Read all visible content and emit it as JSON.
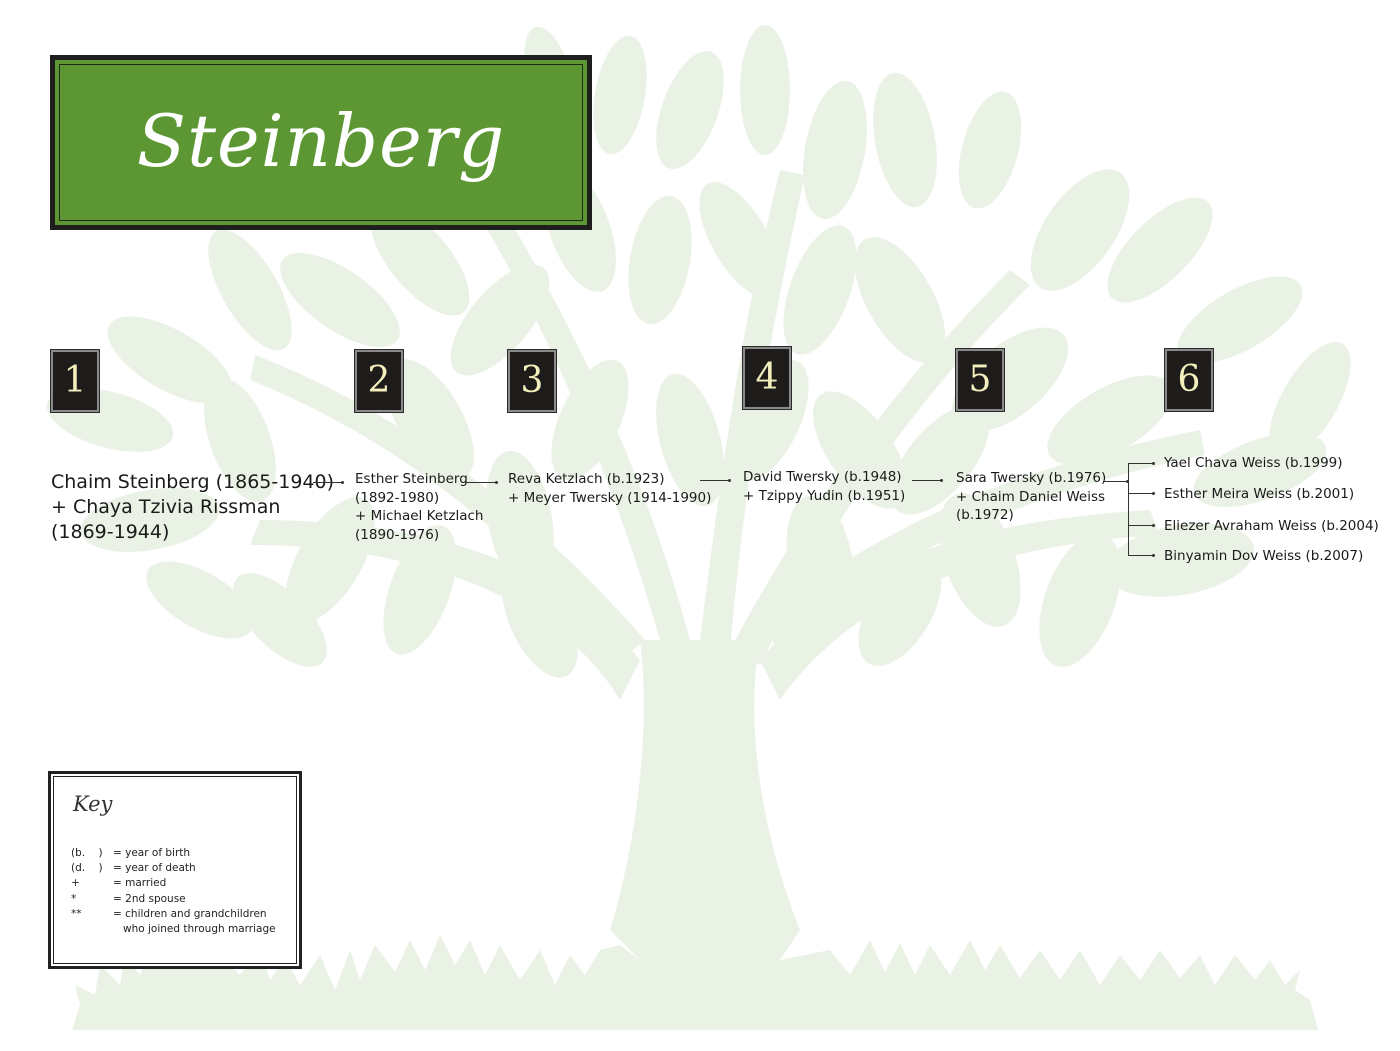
{
  "title": "Steinberg",
  "colors": {
    "banner_green": "#5c9734",
    "banner_frame": "#1f1f1f",
    "tree_background": "#eaf2e5",
    "generation_box": "#1e1c1a",
    "generation_numeral": "#f3efbd"
  },
  "generations": [
    {
      "number": "1"
    },
    {
      "number": "2"
    },
    {
      "number": "3"
    },
    {
      "number": "4"
    },
    {
      "number": "5"
    },
    {
      "number": "6"
    }
  ],
  "people": {
    "gen1": {
      "lines": [
        "Chaim Steinberg (1865-1940)",
        "+ Chaya Tzivia Rissman",
        "(1869-1944)"
      ]
    },
    "gen2": {
      "lines": [
        "Esther Steinberg",
        "(1892-1980)",
        "+ Michael Ketzlach",
        "(1890-1976)"
      ]
    },
    "gen3": {
      "lines": [
        "Reva Ketzlach (b.1923)",
        "+ Meyer Twersky (1914-1990)"
      ]
    },
    "gen4": {
      "lines": [
        "David Twersky (b.1948)",
        "+ Tzippy Yudin (b.1951)"
      ]
    },
    "gen5": {
      "lines": [
        "Sara Twersky (b.1976)",
        "+ Chaim Daniel Weiss",
        "(b.1972)"
      ]
    },
    "gen6": [
      "Yael Chava Weiss (b.1999)",
      "Esther Meira Weiss (b.2001)",
      "Eliezer Avraham Weiss (b.2004)",
      "Binyamin Dov Weiss (b.2007)"
    ]
  },
  "key": {
    "title": "Key",
    "rows": [
      {
        "symbol": "(b.    )",
        "meaning": "= year of birth"
      },
      {
        "symbol": "(d.    )",
        "meaning": "= year of death"
      },
      {
        "symbol": "+",
        "meaning": "= married"
      },
      {
        "symbol": "*",
        "meaning": "= 2nd spouse"
      },
      {
        "symbol": "**",
        "meaning": "= children and grandchildren"
      },
      {
        "symbol": "",
        "meaning": "   who joined through marriage"
      }
    ]
  }
}
